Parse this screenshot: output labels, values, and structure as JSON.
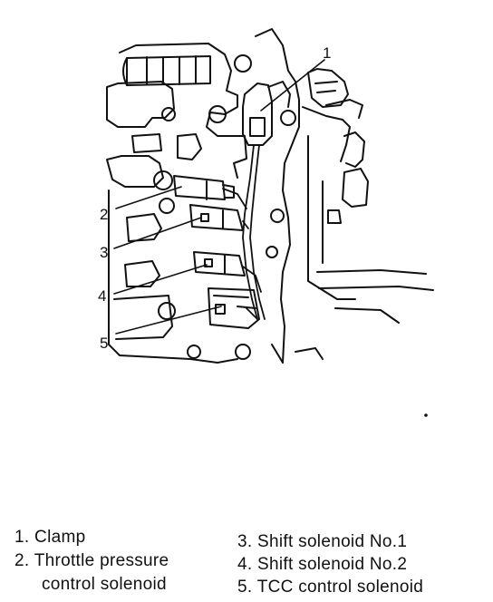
{
  "callouts": [
    "1",
    "2",
    "3",
    "4",
    "5"
  ],
  "legend": [
    {
      "num": "1.",
      "text": "Clamp"
    },
    {
      "num": "2.",
      "text": "Throttle pressure",
      "text2": "control solenoid"
    },
    {
      "num": "3.",
      "text": "Shift solenoid No.1"
    },
    {
      "num": "4.",
      "text": "Shift solenoid No.2"
    },
    {
      "num": "5.",
      "text": "TCC control solenoid"
    }
  ]
}
